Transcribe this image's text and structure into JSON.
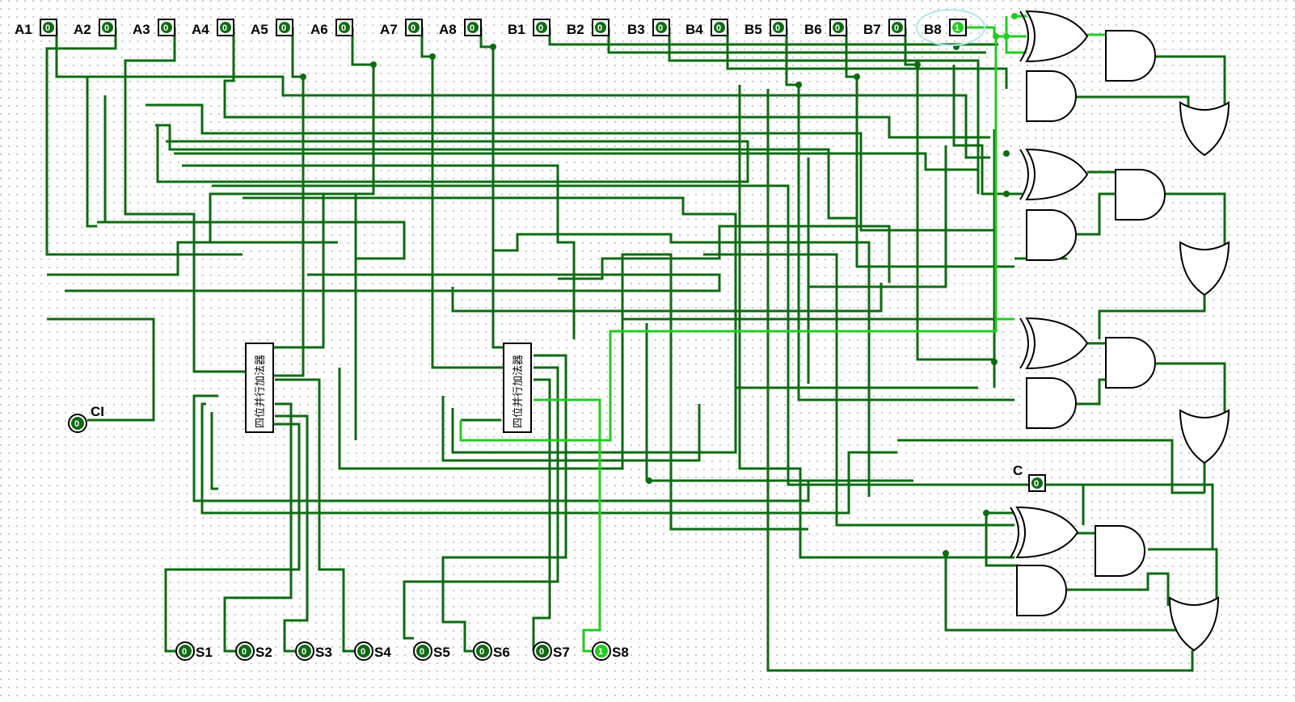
{
  "inputs": [
    {
      "label": "A1",
      "value": "0"
    },
    {
      "label": "A2",
      "value": "0"
    },
    {
      "label": "A3",
      "value": "0"
    },
    {
      "label": "A4",
      "value": "0"
    },
    {
      "label": "A5",
      "value": "0"
    },
    {
      "label": "A6",
      "value": "0"
    },
    {
      "label": "A7",
      "value": "0"
    },
    {
      "label": "A8",
      "value": "0"
    },
    {
      "label": "B1",
      "value": "0"
    },
    {
      "label": "B2",
      "value": "0"
    },
    {
      "label": "B3",
      "value": "0"
    },
    {
      "label": "B4",
      "value": "0"
    },
    {
      "label": "B5",
      "value": "0"
    },
    {
      "label": "B6",
      "value": "0"
    },
    {
      "label": "B7",
      "value": "0"
    },
    {
      "label": "B8",
      "value": "1"
    }
  ],
  "carry_in": {
    "label": "CI",
    "value": "0"
  },
  "carry_out": {
    "label": "C",
    "value": "0"
  },
  "outputs": [
    {
      "label": "S1",
      "value": "0"
    },
    {
      "label": "S2",
      "value": "0"
    },
    {
      "label": "S3",
      "value": "0"
    },
    {
      "label": "S4",
      "value": "0"
    },
    {
      "label": "S5",
      "value": "0"
    },
    {
      "label": "S6",
      "value": "0"
    },
    {
      "label": "S7",
      "value": "0"
    },
    {
      "label": "S8",
      "value": "1"
    }
  ],
  "adders": [
    {
      "label": "四位并行加法器"
    },
    {
      "label": "四位并行加法器"
    }
  ],
  "colors": {
    "wire_low": "#0e6b12",
    "wire_high": "#22cc22",
    "grid_dot": "#c9c9c9",
    "selection": "#aee8ee"
  }
}
